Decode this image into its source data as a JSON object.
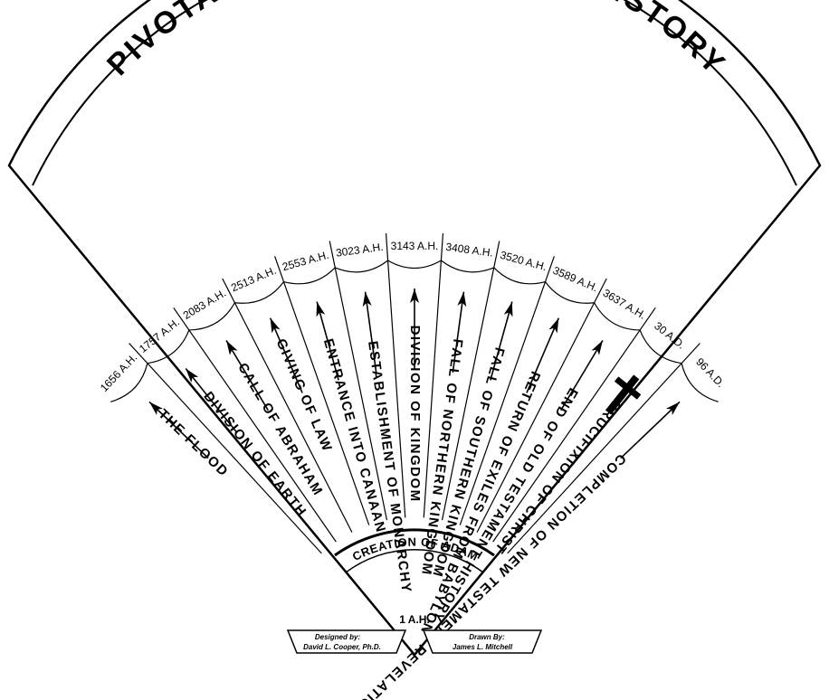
{
  "title": "PIVOTAL DATES IN BIBLICAL HISTORY",
  "origin": {
    "label": "CREATION OF ADAM",
    "date": "1 A.H."
  },
  "credits": {
    "designed_label": "Designed by:",
    "designed_name": "David L. Cooper, Ph.D.",
    "drawn_label": "Drawn By:",
    "drawn_name": "James L. Mitchell"
  },
  "events": [
    {
      "date": "1656 A.H.",
      "event": "THE FLOOD",
      "symbol": "arrow"
    },
    {
      "date": "1757 A.H.",
      "event": "DIVISION OF EARTH",
      "symbol": "arrow"
    },
    {
      "date": "2083 A.H.",
      "event": "CALL OF ABRAHAM",
      "symbol": "arrow"
    },
    {
      "date": "2513 A.H.",
      "event": "GIVING OF LAW",
      "symbol": "arrow"
    },
    {
      "date": "2553 A.H.",
      "event": "ENTRANCE INTO CANAAN",
      "symbol": "arrow"
    },
    {
      "date": "3023 A.H.",
      "event": "ESTABLISHMENT OF MONARCHY",
      "symbol": "arrow"
    },
    {
      "date": "3143 A.H.",
      "event": "DIVISION OF KINGDOM",
      "symbol": "arrow"
    },
    {
      "date": "3408 A.H.",
      "event": "FALL OF NORTHERN KINGDOM",
      "symbol": "arrow"
    },
    {
      "date": "3520 A.H.",
      "event": "FALL OF SOUTHERN KINGDOM",
      "symbol": "arrow"
    },
    {
      "date": "3589 A.H.",
      "event": "RETURN OF EXILES FROM BABYLON",
      "symbol": "arrow"
    },
    {
      "date": "3637 A.H.",
      "event": "END OF OLD TESTAMENT HISTORY",
      "symbol": "arrow"
    },
    {
      "date": "30 A.D.",
      "event": "CRUCIFIXION OF CHRIST",
      "symbol": "cross-icon"
    },
    {
      "date": "96 A.D.",
      "event": "COMPLETION OF NEW TESTAMENT REVELATION",
      "symbol": "arrow"
    }
  ]
}
